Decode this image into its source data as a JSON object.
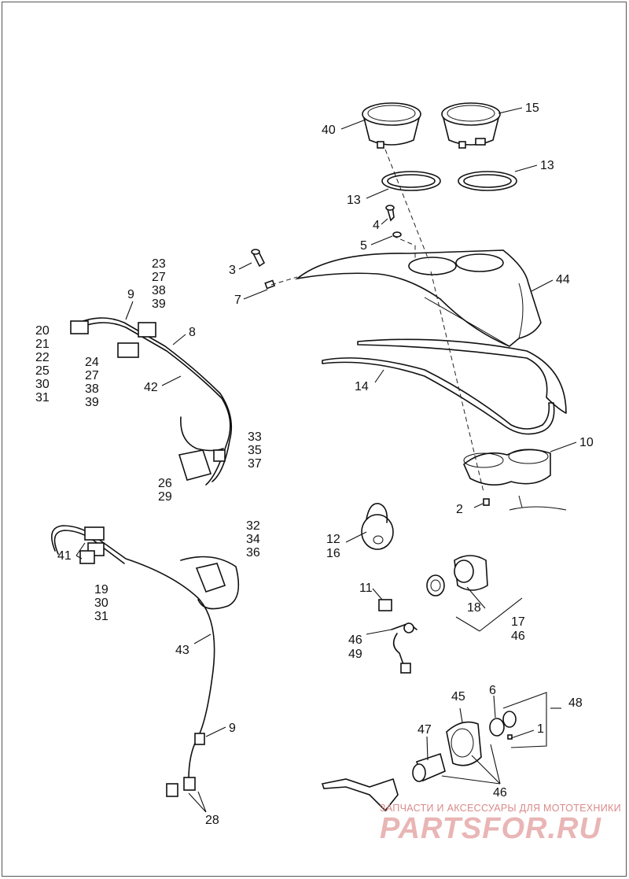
{
  "callouts": {
    "c40": "40",
    "c15": "15",
    "c13a": "13",
    "c13b": "13",
    "c4": "4",
    "c5": "5",
    "c3": "3",
    "c7": "7",
    "c44": "44",
    "c14": "14",
    "c9a": "9",
    "c8": "8",
    "c42": "42",
    "c10": "10",
    "c2": "2",
    "c12": "12",
    "c16": "16",
    "c11": "11",
    "c46a": "46",
    "c49": "49",
    "c18": "18",
    "c17": "17",
    "c46b": "46",
    "c41": "41",
    "c43": "43",
    "c9b": "9",
    "c28": "28",
    "c45": "45",
    "c6": "6",
    "c48": "48",
    "c1": "1",
    "c47": "47",
    "c46c": "46"
  },
  "stacks": {
    "s23": [
      "23",
      "27",
      "38",
      "39"
    ],
    "s20": [
      "20",
      "21",
      "22",
      "25",
      "30",
      "31"
    ],
    "s24": [
      "24",
      "27",
      "38",
      "39"
    ],
    "s33": [
      "33",
      "35",
      "37"
    ],
    "s26": [
      "26",
      "29"
    ],
    "s32": [
      "32",
      "34",
      "36"
    ],
    "s19": [
      "19",
      "30",
      "31"
    ]
  },
  "watermark": {
    "text": "ЗАПЧАСТИ И АКСЕССУАРЫ ДЛЯ МОТОТЕХНИКИ",
    "logo": "PARTSFOR.RU",
    "color": "#d98a8a"
  }
}
